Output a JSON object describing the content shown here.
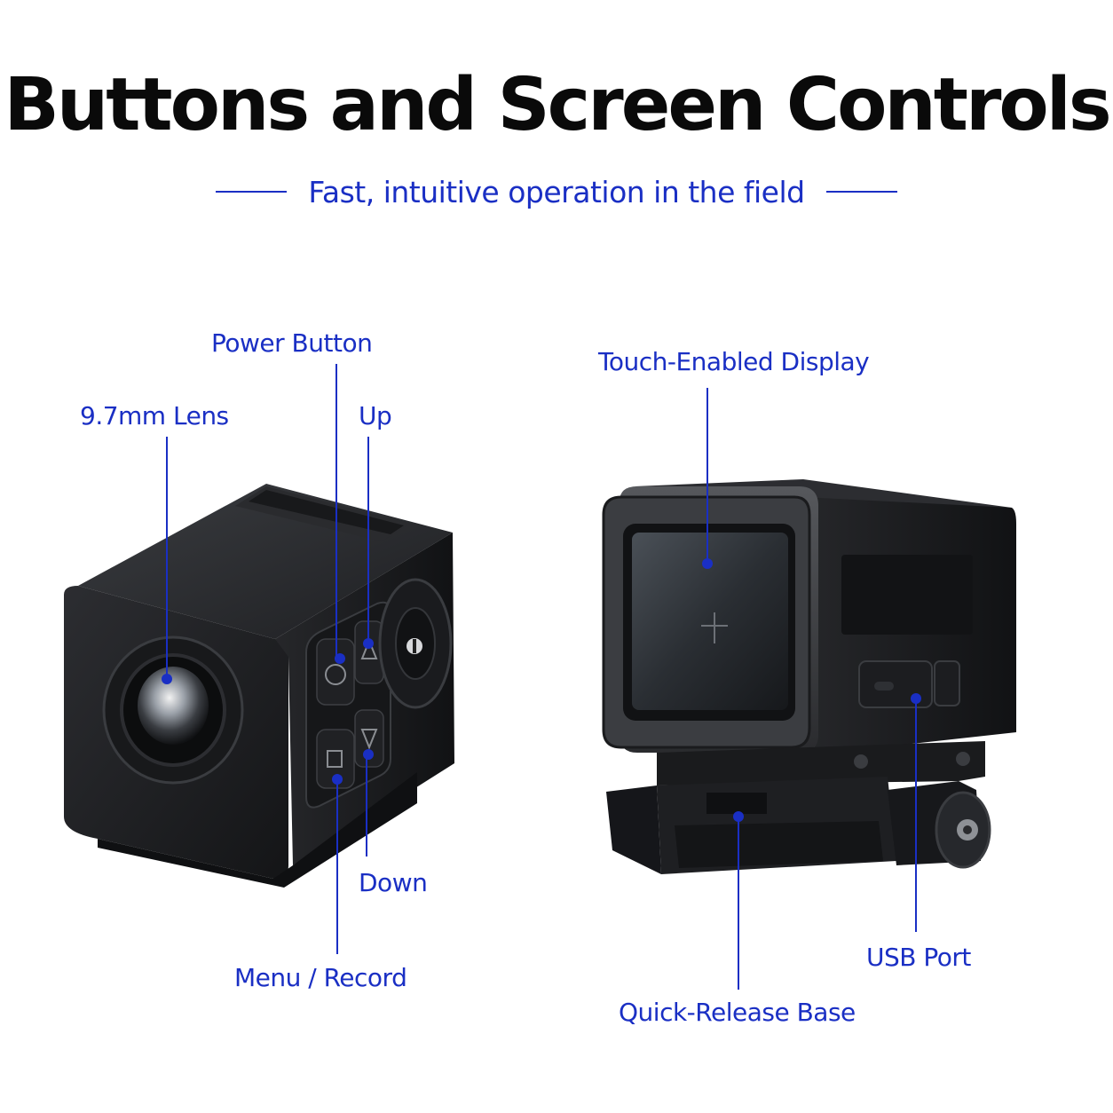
{
  "header": {
    "title": "Buttons and Screen Controls",
    "subtitle": "Fast, intuitive operation in the field"
  },
  "callouts": {
    "lens": "9.7mm Lens",
    "power": "Power Button",
    "up": "Up",
    "down": "Down",
    "menu": "Menu / Record",
    "display": "Touch-Enabled Display",
    "usb": "USB Port",
    "base": "Quick-Release Base"
  },
  "colors": {
    "accent": "#1a2fc4",
    "device": "#1d1e20"
  }
}
